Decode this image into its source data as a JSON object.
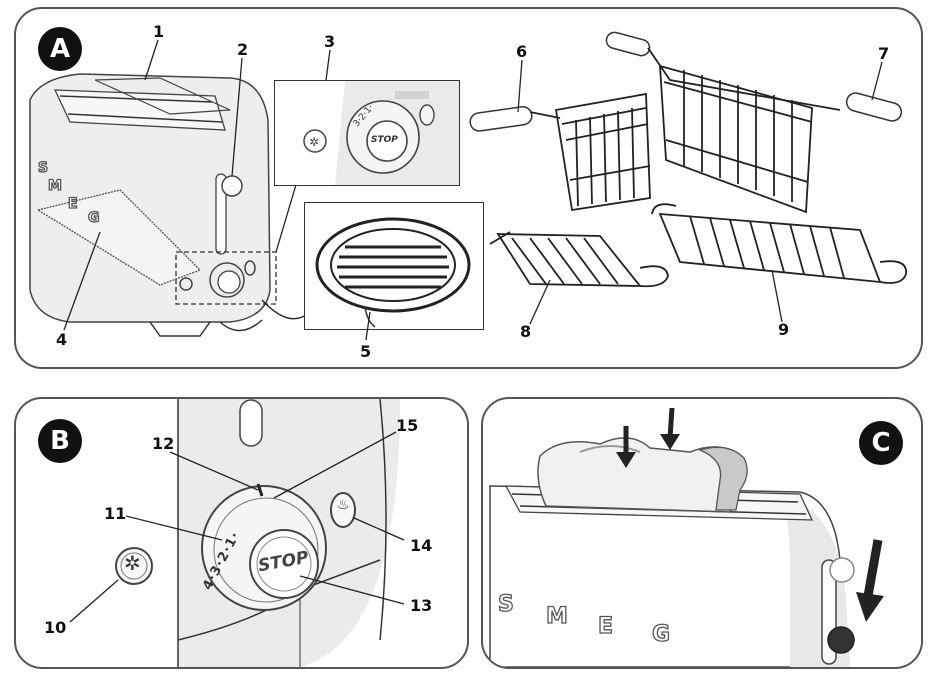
{
  "panels": {
    "a": {
      "badge": "A"
    },
    "b": {
      "badge": "B"
    },
    "c": {
      "badge": "C"
    }
  },
  "labels": {
    "l1": "1",
    "l2": "2",
    "l3": "3",
    "l4": "4",
    "l5": "5",
    "l6": "6",
    "l7": "7",
    "l8": "8",
    "l9": "9",
    "l10": "10",
    "l11": "11",
    "l12": "12",
    "l13": "13",
    "l14": "14",
    "l15": "15"
  },
  "dial": {
    "stop_label_large": "STOP",
    "stop_label_small": "STOP",
    "scale_large": "4·3·2·1·",
    "scale_small": "3·2·1·"
  },
  "brand_letters": [
    "S",
    "M",
    "E",
    "G"
  ],
  "colors": {
    "outline": "#555555",
    "badge": "#111111",
    "lever_knob_down": "#333333"
  }
}
